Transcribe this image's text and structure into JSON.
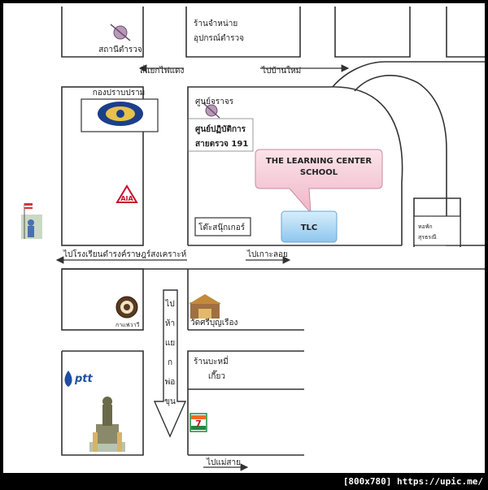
{
  "map": {
    "labels": {
      "police_station": "สถานีตำรวจ",
      "police_shop_1": "ร้านจำหน่าย",
      "police_shop_2": "อุปกรณ์ตำรวจ",
      "intersection": "สี่แยกไฟแดง",
      "to_ban_mai": "ไปบ้านใหม่",
      "suppression_div": "กองปราบปราม",
      "traffic_center": "ศูนย์จราจร",
      "ops_center_1": "ศูนย์ปฏิบัติการ",
      "ops_center_2": "สายตรวจ 191",
      "callout_line1": "THE LEARNING CENTER",
      "callout_line2": "SCHOOL",
      "tlc": "TLC",
      "snooker": "โต๊ะสนุ๊กเกอร์",
      "dorm_1": "หอพัก",
      "dorm_2": "สุรธรณี",
      "to_school": "ไปโรงเรียนดำรงค์ราษฎร์สงเคราะห์",
      "to_ko_loi": "ไปเกาะลอย",
      "coffee": "กาแฟวาวี",
      "temple": "วัดศรีบุญเรือง",
      "noodle_1": "ร้านบะหมี่",
      "noodle_2": "เกี๊ยว",
      "ptt": "ptt",
      "to_mae_sai": "ไปแม่สาย",
      "to_pho_khun_chars": [
        "ไป",
        "ห้า",
        "แย",
        "ก",
        "พ่อ",
        "ขุน"
      ],
      "aia": "AIA",
      "seven_eleven": "7"
    },
    "colors": {
      "callout_fill": "#f3c6d3",
      "tlc_fill": "#a9d6f2",
      "aia_red": "#c8102e",
      "ptt_blue": "#1f4ea1",
      "seven_green": "#1b8a3a",
      "seven_orange": "#f26b21"
    },
    "icons": [
      "police-badge-icon",
      "suppression-division-emblem",
      "aia-logo",
      "traffic-police-badge-icon",
      "flag-statue-icon",
      "coffee-logo",
      "temple-icon",
      "ptt-logo",
      "monument-icon",
      "seven-eleven-logo"
    ]
  },
  "footer": {
    "watermark": "[800x780] https://upic.me/"
  }
}
